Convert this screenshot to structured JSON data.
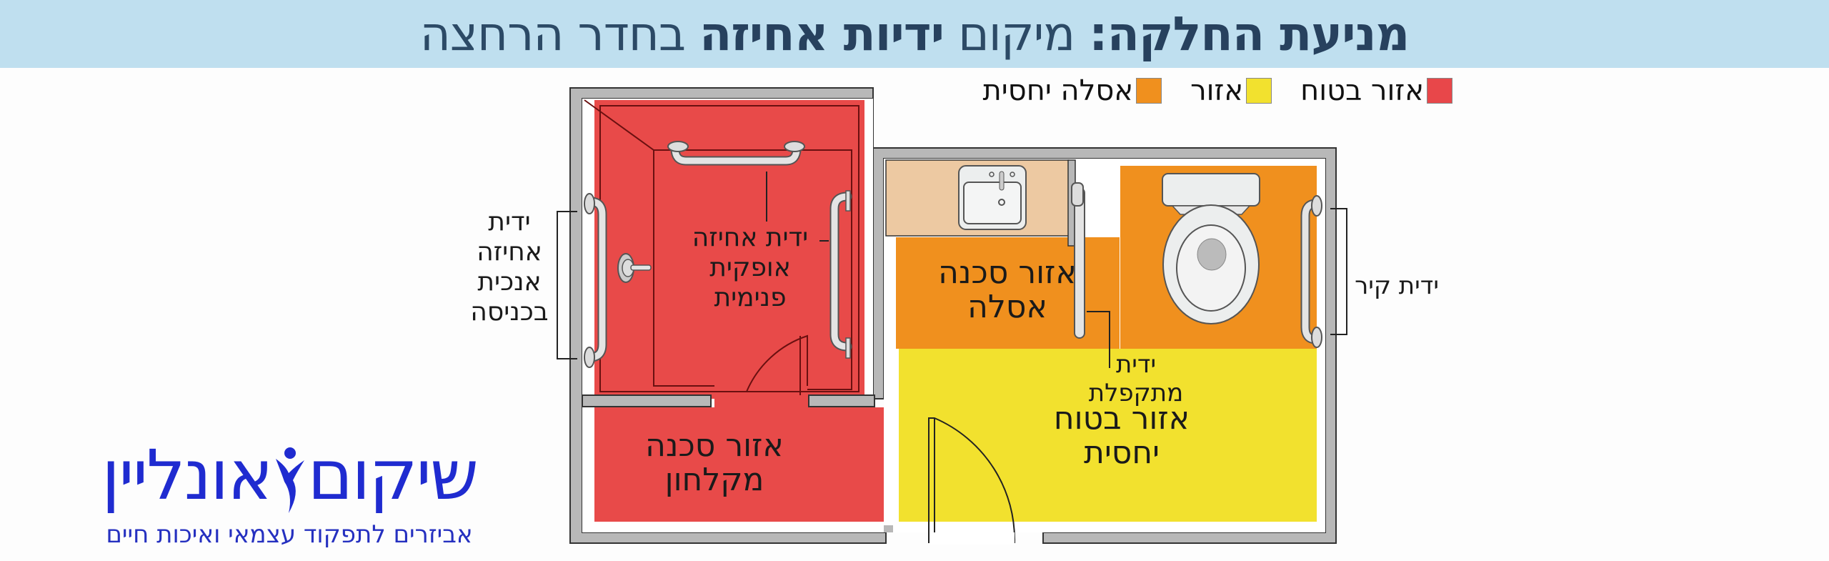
{
  "header": {
    "title_part1": "מניעת החלקה:",
    "title_part2": " מיקום ",
    "title_part3": "ידיות אחיזה",
    "title_part4": " בחדר הרחצה",
    "background": "#bfdfef",
    "text_color": "#2c4a66"
  },
  "legend": {
    "items": [
      {
        "label": "אזור בטוח",
        "color": "#e8474a"
      },
      {
        "label": "אזור",
        "color": "#f2e12e"
      },
      {
        "label": "אסלה יחסית",
        "color": "#f0901e"
      }
    ]
  },
  "zones": {
    "shower_danger": {
      "color": "#e84a49",
      "label": "אזור סכנה\nמקלחון"
    },
    "toilet_danger": {
      "color": "#f0901e",
      "label": "אזור סכנה\nאסלה"
    },
    "relatively_safe": {
      "color": "#f2e12e",
      "label": "אזור בטוח\nיחסית"
    },
    "sink_counter": {
      "color": "#edc9a2"
    }
  },
  "annotations": {
    "vertical_entry_bar": "ידית\nאחיזה\nאנכית\nבכניסה",
    "horizontal_inner_bar": "ידית אחיזה\nאופקית\nפנימית",
    "folding_bar": "ידית\nמתקפלת",
    "wall_bar": "ידית קיר"
  },
  "fixtures": [
    "shower-valve",
    "sink",
    "toilet",
    "grab-bar-horizontal",
    "grab-bar-vertical-left",
    "grab-bar-vertical-right-shower",
    "folding-bar",
    "wall-grab-bar"
  ],
  "logo": {
    "name_right": "שיקום",
    "name_left": "אונליין",
    "tagline": "אביזרים לתפקוד עצמאי ואיכות חיים",
    "color": "#1f2bd0"
  },
  "colors": {
    "wall": "#b8b8b8",
    "wall_outline": "#333333",
    "line": "#6a1010"
  }
}
